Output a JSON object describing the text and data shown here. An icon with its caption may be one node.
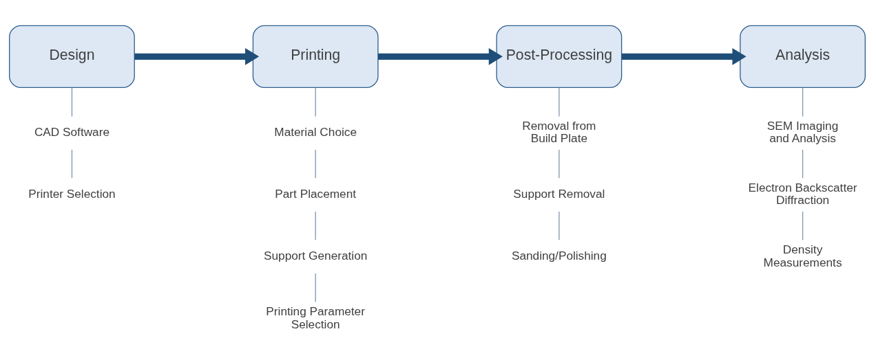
{
  "diagram": {
    "nodes": [
      {
        "text": [
          "Design"
        ]
      },
      {
        "text": [
          "CAD Software"
        ]
      },
      {
        "text": [
          "Printer Selection"
        ]
      },
      {
        "text": [
          "Printing"
        ]
      },
      {
        "text": [
          "Material Choice"
        ]
      },
      {
        "text": [
          "Part Placement"
        ]
      },
      {
        "text": [
          "Support Generation"
        ]
      },
      {
        "text": [
          "Printing Parameter Selection"
        ]
      },
      {
        "text": [
          "Post-Processing"
        ]
      },
      {
        "text": [
          "Removal from Build Plate"
        ]
      },
      {
        "text": [
          "Support Removal"
        ]
      },
      {
        "text": [
          "Sanding/Polishing"
        ]
      },
      {
        "text": [
          "Analysis"
        ]
      },
      {
        "text": [
          "SEM Imaging and Analysis"
        ]
      },
      {
        "text": [
          "Electron Backscatter Diffraction"
        ]
      },
      {
        "text": [
          "Density Measurements"
        ]
      }
    ],
    "edges": [
      {
        "from": 0,
        "to": 3,
        "arrow": "to",
        "style": "thick",
        "color": "#1f4e79"
      },
      {
        "from": 3,
        "to": 8,
        "arrow": "to",
        "style": "thick",
        "color": "#1f4e79"
      },
      {
        "from": 8,
        "to": 12,
        "arrow": "to",
        "style": "thick",
        "color": "#1f4e79"
      },
      {
        "from": 0,
        "to": 1,
        "arrow": "none"
      },
      {
        "from": 1,
        "to": 2,
        "arrow": "none"
      },
      {
        "from": 3,
        "to": 4,
        "arrow": "none"
      },
      {
        "from": 4,
        "to": 5,
        "arrow": "none"
      },
      {
        "from": 5,
        "to": 6,
        "arrow": "none"
      },
      {
        "from": 6,
        "to": 7,
        "arrow": "none"
      },
      {
        "from": 8,
        "to": 9,
        "arrow": "none"
      },
      {
        "from": 9,
        "to": 10,
        "arrow": "none"
      },
      {
        "from": 10,
        "to": 11,
        "arrow": "none"
      },
      {
        "from": 12,
        "to": 13,
        "arrow": "none"
      },
      {
        "from": 13,
        "to": 14,
        "arrow": "none"
      },
      {
        "from": 14,
        "to": 15,
        "arrow": "none"
      }
    ]
  }
}
